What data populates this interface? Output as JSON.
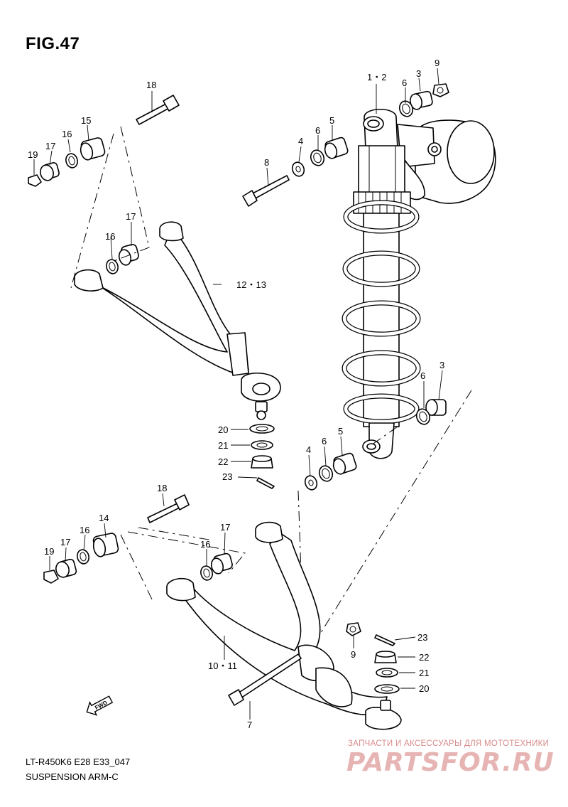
{
  "figure": {
    "title": "FIG.47",
    "model_code": "LT-R450K6 E28 E33_047",
    "caption": "SUSPENSION ARM-C",
    "fwd_label": "FWD"
  },
  "watermark": {
    "line1": "ЗАПЧАСТИ И АКСЕССУАРЫ ДЛЯ МОТОТЕХНИКИ",
    "logo": "PARTSFOR.RU"
  },
  "callouts": {
    "c1_2": "1・2",
    "c6a": "6",
    "c3a": "3",
    "c9a": "9",
    "c18a": "18",
    "c15": "15",
    "c16a": "16",
    "c17a": "17",
    "c19a": "19",
    "c4a": "4",
    "c6b": "6",
    "c5a": "5",
    "c8": "8",
    "c17b": "17",
    "c16b": "16",
    "c12_13": "12・13",
    "c6c": "6",
    "c3b": "3",
    "c20a": "20",
    "c21a": "21",
    "c22a": "22",
    "c23a": "23",
    "c4b": "4",
    "c6d": "6",
    "c5b": "5",
    "c18b": "18",
    "c14": "14",
    "c16c": "16",
    "c17c": "17",
    "c19b": "19",
    "c16d": "16",
    "c17d": "17",
    "c23b": "23",
    "c9b": "9",
    "c22b": "22",
    "c21b": "21",
    "c20b": "20",
    "c10_11": "10・11",
    "c7": "7"
  }
}
